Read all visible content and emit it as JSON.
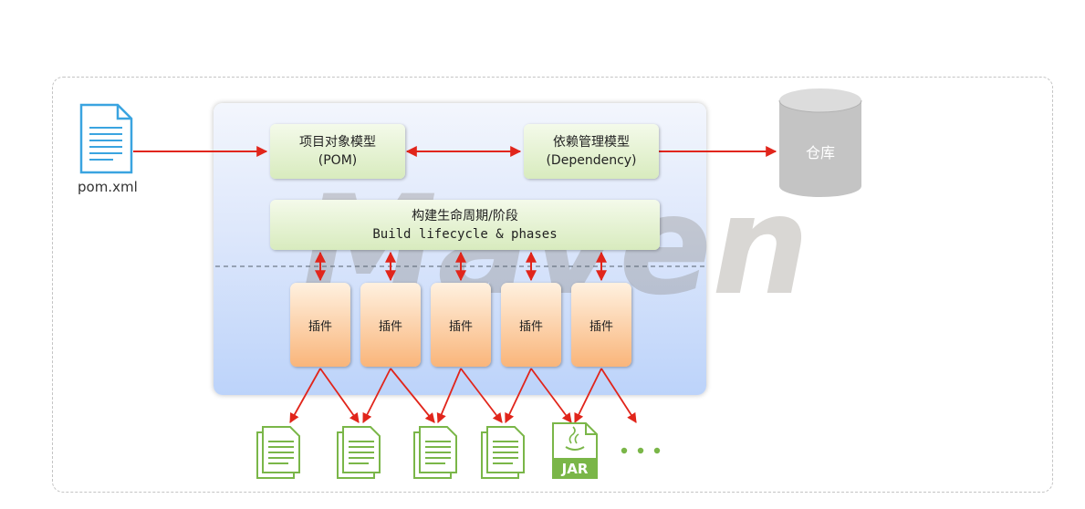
{
  "diagram": {
    "watermark": "Maven",
    "pom_file": {
      "label": "pom.xml"
    },
    "pom_model": {
      "line1": "项目对象模型",
      "line2": "(POM)"
    },
    "dependency_model": {
      "line1": "依赖管理模型",
      "line2": "(Dependency)"
    },
    "repository": {
      "label": "仓库"
    },
    "lifecycle": {
      "line1": "构建生命周期/阶段",
      "line2": "Build lifecycle & phases"
    },
    "plugins": [
      {
        "label": "插件"
      },
      {
        "label": "插件"
      },
      {
        "label": "插件"
      },
      {
        "label": "插件"
      },
      {
        "label": "插件"
      }
    ],
    "outputs": {
      "jar_label": "JAR"
    },
    "colors": {
      "arrow": "#e1251b",
      "output_icon": "#7ab648",
      "file_icon": "#3aa4e0",
      "plugin": "#f9b57a",
      "model_box": "#d8ebbe"
    }
  }
}
